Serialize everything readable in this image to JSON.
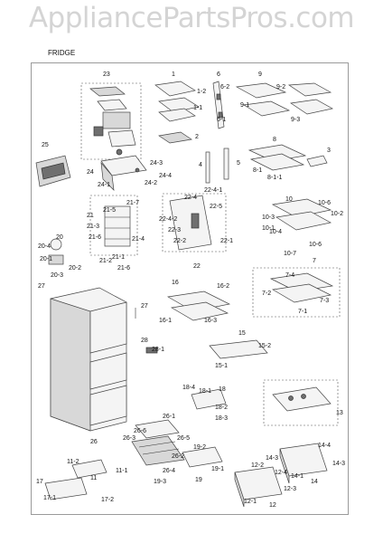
{
  "watermark": "AppliancePartsPros.com",
  "section_title": "FRIDGE",
  "callouts": [
    {
      "id": "c23",
      "text": "23"
    },
    {
      "id": "c1",
      "text": "1"
    },
    {
      "id": "c1-2",
      "text": "1-2"
    },
    {
      "id": "c1-1",
      "text": "1-1"
    },
    {
      "id": "c2",
      "text": "2"
    },
    {
      "id": "c6",
      "text": "6"
    },
    {
      "id": "c6-2",
      "text": "6-2"
    },
    {
      "id": "c6-1",
      "text": "6-1"
    },
    {
      "id": "c9",
      "text": "9"
    },
    {
      "id": "c9-2",
      "text": "9-2"
    },
    {
      "id": "c9-1",
      "text": "9-1"
    },
    {
      "id": "c9-3",
      "text": "9-3"
    },
    {
      "id": "c25",
      "text": "25"
    },
    {
      "id": "c4",
      "text": "4"
    },
    {
      "id": "c5",
      "text": "5"
    },
    {
      "id": "c8",
      "text": "8"
    },
    {
      "id": "c3",
      "text": "3"
    },
    {
      "id": "c8-1",
      "text": "8-1"
    },
    {
      "id": "c8-1-1",
      "text": "8-1-1"
    },
    {
      "id": "c24",
      "text": "24"
    },
    {
      "id": "c24-3",
      "text": "24-3"
    },
    {
      "id": "c24-4",
      "text": "24-4"
    },
    {
      "id": "c24-1",
      "text": "24-1"
    },
    {
      "id": "c24-2",
      "text": "24-2"
    },
    {
      "id": "c22-4-1",
      "text": "22-4-1"
    },
    {
      "id": "c22-4",
      "text": "22-4"
    },
    {
      "id": "c22-5",
      "text": "22-5"
    },
    {
      "id": "c22-4-2",
      "text": "22-4-2"
    },
    {
      "id": "c22-3",
      "text": "22-3"
    },
    {
      "id": "c22-2",
      "text": "22-2"
    },
    {
      "id": "c22-1",
      "text": "22-1"
    },
    {
      "id": "c22",
      "text": "22"
    },
    {
      "id": "c21-7",
      "text": "21-7"
    },
    {
      "id": "c21-5",
      "text": "21-5"
    },
    {
      "id": "c21",
      "text": "21"
    },
    {
      "id": "c21-3",
      "text": "21-3"
    },
    {
      "id": "c21-6a",
      "text": "21-6"
    },
    {
      "id": "c21-4",
      "text": "21-4"
    },
    {
      "id": "c21-2",
      "text": "21-2"
    },
    {
      "id": "c21-1",
      "text": "21-1"
    },
    {
      "id": "c21-6b",
      "text": "21-6"
    },
    {
      "id": "c20",
      "text": "20"
    },
    {
      "id": "c20-4",
      "text": "20-4"
    },
    {
      "id": "c20-1",
      "text": "20-1"
    },
    {
      "id": "c20-2",
      "text": "20-2"
    },
    {
      "id": "c20-3",
      "text": "20-3"
    },
    {
      "id": "c10",
      "text": "10"
    },
    {
      "id": "c10-6a",
      "text": "10-6"
    },
    {
      "id": "c10-3",
      "text": "10-3"
    },
    {
      "id": "c10-2",
      "text": "10-2"
    },
    {
      "id": "c10-4",
      "text": "10-4"
    },
    {
      "id": "c10-1",
      "text": "10-1"
    },
    {
      "id": "c10-6b",
      "text": "10-6"
    },
    {
      "id": "c10-7",
      "text": "10-7"
    },
    {
      "id": "c27a",
      "text": "27"
    },
    {
      "id": "c7",
      "text": "7"
    },
    {
      "id": "c7-4",
      "text": "7-4"
    },
    {
      "id": "c7-2",
      "text": "7-2"
    },
    {
      "id": "c7-3",
      "text": "7-3"
    },
    {
      "id": "c7-1",
      "text": "7-1"
    },
    {
      "id": "c16",
      "text": "16"
    },
    {
      "id": "c16-2",
      "text": "16-2"
    },
    {
      "id": "c27b",
      "text": "27"
    },
    {
      "id": "c16-1",
      "text": "16-1"
    },
    {
      "id": "c16-3",
      "text": "16-3"
    },
    {
      "id": "c15",
      "text": "15"
    },
    {
      "id": "c15-2",
      "text": "15-2"
    },
    {
      "id": "c15-1",
      "text": "15-1"
    },
    {
      "id": "c28",
      "text": "28"
    },
    {
      "id": "c28-1",
      "text": "28-1"
    },
    {
      "id": "c18-4",
      "text": "18-4"
    },
    {
      "id": "c18-1",
      "text": "18-1"
    },
    {
      "id": "c18",
      "text": "18"
    },
    {
      "id": "c18-2",
      "text": "18-2"
    },
    {
      "id": "c18-3",
      "text": "18-3"
    },
    {
      "id": "c13",
      "text": "13"
    },
    {
      "id": "c26-1",
      "text": "26-1"
    },
    {
      "id": "c26-6",
      "text": "26-6"
    },
    {
      "id": "c26-3",
      "text": "26-3"
    },
    {
      "id": "c26",
      "text": "26"
    },
    {
      "id": "c26-5",
      "text": "26-5"
    },
    {
      "id": "c19-2",
      "text": "19-2"
    },
    {
      "id": "c26-2",
      "text": "26-2"
    },
    {
      "id": "c11-2",
      "text": "11-2"
    },
    {
      "id": "c26-4",
      "text": "26-4"
    },
    {
      "id": "c19-1",
      "text": "19-1"
    },
    {
      "id": "c11-1",
      "text": "11-1"
    },
    {
      "id": "c11",
      "text": "11"
    },
    {
      "id": "c19-3",
      "text": "19-3"
    },
    {
      "id": "c19",
      "text": "19"
    },
    {
      "id": "c14-4",
      "text": "14-4"
    },
    {
      "id": "c14-3a",
      "text": "14-3"
    },
    {
      "id": "c14-3b",
      "text": "14-3"
    },
    {
      "id": "c12-2",
      "text": "12-2"
    },
    {
      "id": "c12-4",
      "text": "12-4"
    },
    {
      "id": "c14-1",
      "text": "14-1"
    },
    {
      "id": "c14",
      "text": "14"
    },
    {
      "id": "c12-3",
      "text": "12-3"
    },
    {
      "id": "c12-1",
      "text": "12-1"
    },
    {
      "id": "c12",
      "text": "12"
    },
    {
      "id": "c17",
      "text": "17"
    },
    {
      "id": "c17-1",
      "text": "17-1"
    },
    {
      "id": "c17-2",
      "text": "17-2"
    }
  ]
}
